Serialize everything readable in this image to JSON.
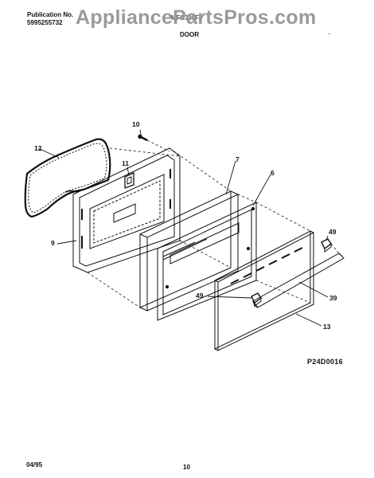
{
  "header": {
    "publication_label": "Publication No.",
    "publication_number": "5995255732",
    "model_number": "MFS300FV",
    "section_title": "DOOR",
    "mark": "-"
  },
  "watermark": "AppliancePartsPros.com",
  "callouts": {
    "c10": "10",
    "c11": "11",
    "c12": "12",
    "c9": "9",
    "c7": "7",
    "c6": "6",
    "c49a": "49",
    "c49b": "49",
    "c39": "39",
    "c13": "13"
  },
  "figure_id": "P24D0016",
  "footer": {
    "date": "04/95",
    "page": "10"
  }
}
